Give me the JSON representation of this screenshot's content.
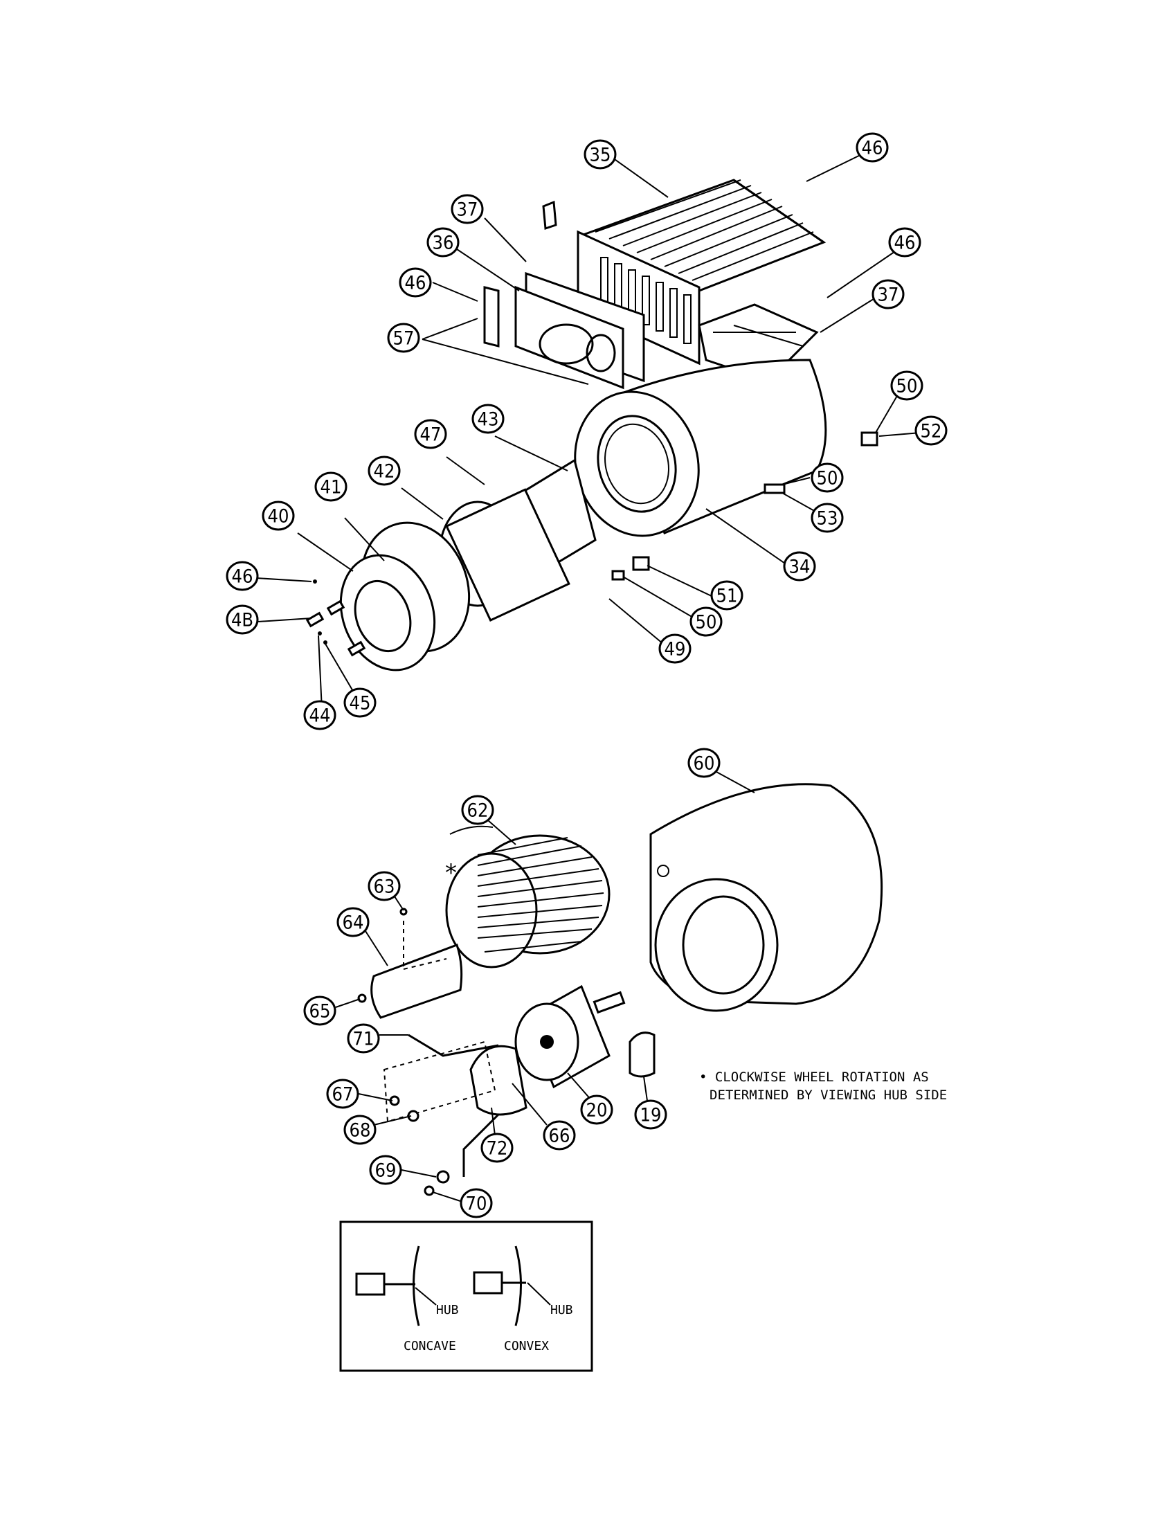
{
  "callouts": [
    "35",
    "46",
    "37",
    "36",
    "46",
    "46",
    "37",
    "57",
    "50",
    "52",
    "43",
    "47",
    "42",
    "41",
    "40",
    "50",
    "53",
    "34",
    "46",
    "4B",
    "51",
    "50",
    "49",
    "45",
    "44",
    "60",
    "62",
    "63",
    "64",
    "65",
    "71",
    "67",
    "68",
    "66",
    "72",
    "20",
    "19",
    "69",
    "70"
  ],
  "asterisk": "*",
  "note": {
    "line1": "• CLOCKWISE WHEEL ROTATION AS",
    "line2": "DETERMINED BY VIEWING HUB SIDE"
  },
  "inset": {
    "hub_left": "HUB",
    "hub_right": "HUB",
    "concave": "CONCAVE",
    "convex": "CONVEX"
  }
}
